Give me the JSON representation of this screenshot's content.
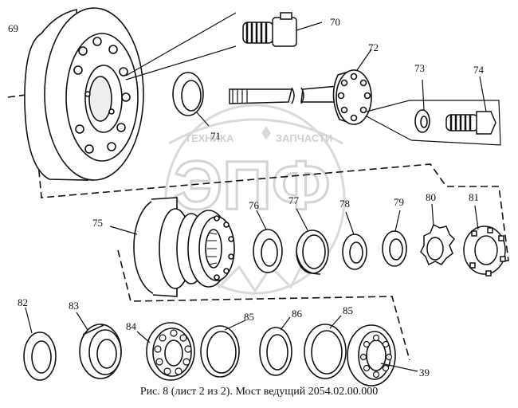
{
  "caption": "Рис. 8 (лист 2 из 2). Мост ведущий 2054.02.00.000",
  "watermark": {
    "top_left": "ТЕХНИКА",
    "top_right": "ЗАПЧАСТИ",
    "big": "ЭПФ"
  },
  "labels": {
    "p69": "69",
    "p70": "70",
    "p71": "71",
    "p72": "72",
    "p73": "73",
    "p74": "74",
    "p75": "75",
    "p76": "76",
    "p77": "77",
    "p78": "78",
    "p79": "79",
    "p80": "80",
    "p81": "81",
    "p82": "82",
    "p83": "83",
    "p84": "84",
    "p85a": "85",
    "p86": "86",
    "p85b": "85",
    "p39": "39"
  },
  "colors": {
    "ink": "#111111",
    "watermark": "#d7d7d7"
  }
}
